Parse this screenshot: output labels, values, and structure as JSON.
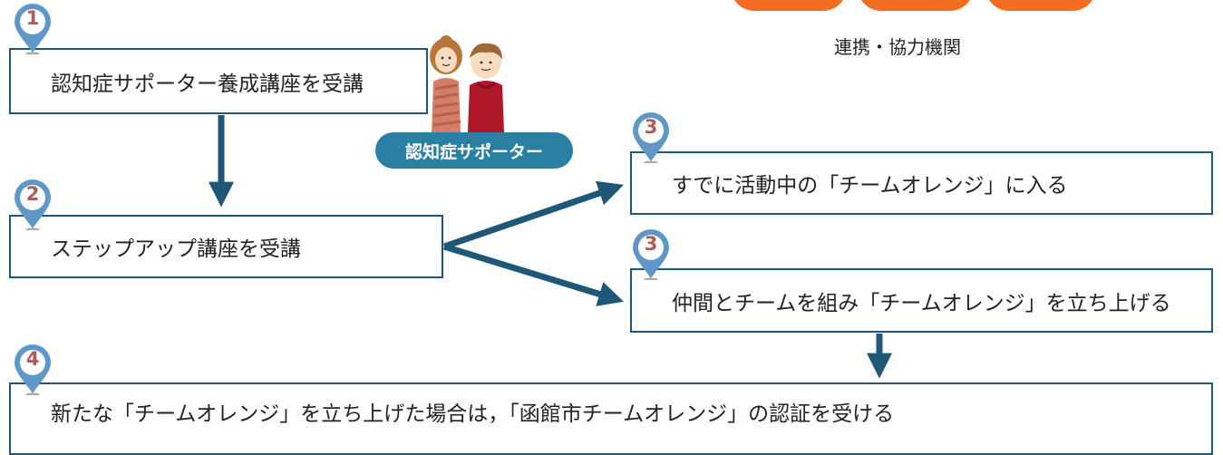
{
  "steps": {
    "step1": {
      "number": "1",
      "text": "認知症サポーター養成講座を受講"
    },
    "step2": {
      "number": "2",
      "text": "ステップアップ講座を受講"
    },
    "step3a": {
      "number": "3",
      "text": "すでに活動中の「チームオレンジ」に入る"
    },
    "step3b": {
      "number": "3",
      "text": "仲間とチームを組み「チームオレンジ」を立ち上げる"
    },
    "step4": {
      "number": "4",
      "text": "新たな「チームオレンジ」を立ち上げた場合は，「函館市チームオレンジ」の認証を受ける"
    }
  },
  "badge": {
    "supporter": "認知症サポーター"
  },
  "partners": {
    "label": "連携・協力機関"
  },
  "icons": [
    "location-pin-icon",
    "people-illustration"
  ],
  "colors": {
    "box_border": "#1f5777",
    "arrow": "#1f5777",
    "pin": "#5f97c9",
    "pin_number": "#b05a57",
    "badge": "#2a80a3",
    "orange_pill": "#f26d21"
  }
}
